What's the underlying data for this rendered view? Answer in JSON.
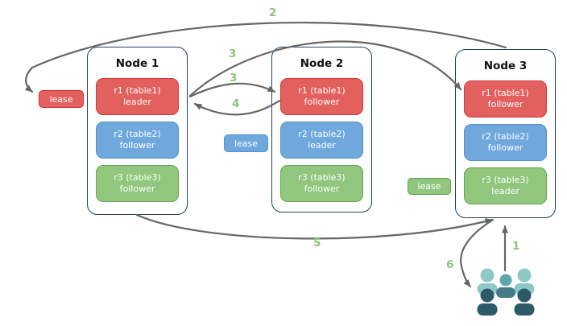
{
  "nodes": [
    {
      "title": "Node 1",
      "ranges": [
        {
          "label": "r1 (table1)",
          "role": "leader"
        },
        {
          "label": "r2 (table2)",
          "role": "follower"
        },
        {
          "label": "r3 (table3)",
          "role": "follower"
        }
      ]
    },
    {
      "title": "Node 2",
      "ranges": [
        {
          "label": "r1 (table1)",
          "role": "follower"
        },
        {
          "label": "r2 (table2)",
          "role": "leader"
        },
        {
          "label": "r3 (table3)",
          "role": "follower"
        }
      ]
    },
    {
      "title": "Node 3",
      "ranges": [
        {
          "label": "r1 (table1)",
          "role": "follower"
        },
        {
          "label": "r2 (table2)",
          "role": "follower"
        },
        {
          "label": "r3 (table3)",
          "role": "leader"
        }
      ]
    }
  ],
  "leases": [
    {
      "label": "lease",
      "color": "#e2605e"
    },
    {
      "label": "lease",
      "color": "#6fa8dc"
    },
    {
      "label": "lease",
      "color": "#90c67e"
    }
  ],
  "arrow_labels": [
    {
      "text": "2"
    },
    {
      "text": "3"
    },
    {
      "text": "3"
    },
    {
      "text": "4"
    },
    {
      "text": "5"
    },
    {
      "text": "6"
    },
    {
      "text": "1"
    }
  ],
  "colors": {
    "arrow": "#666666",
    "label_green": "#8cc47a",
    "node_border": "#23425f",
    "red_fill": "#e2605e",
    "blue_fill": "#6fa8dc",
    "green_fill": "#90c67e",
    "people_light": "#8fc7c7",
    "people_mid_head": "#5ea5aa",
    "people_mid_body": "#447b88",
    "people_dark": "#2e5a68"
  }
}
